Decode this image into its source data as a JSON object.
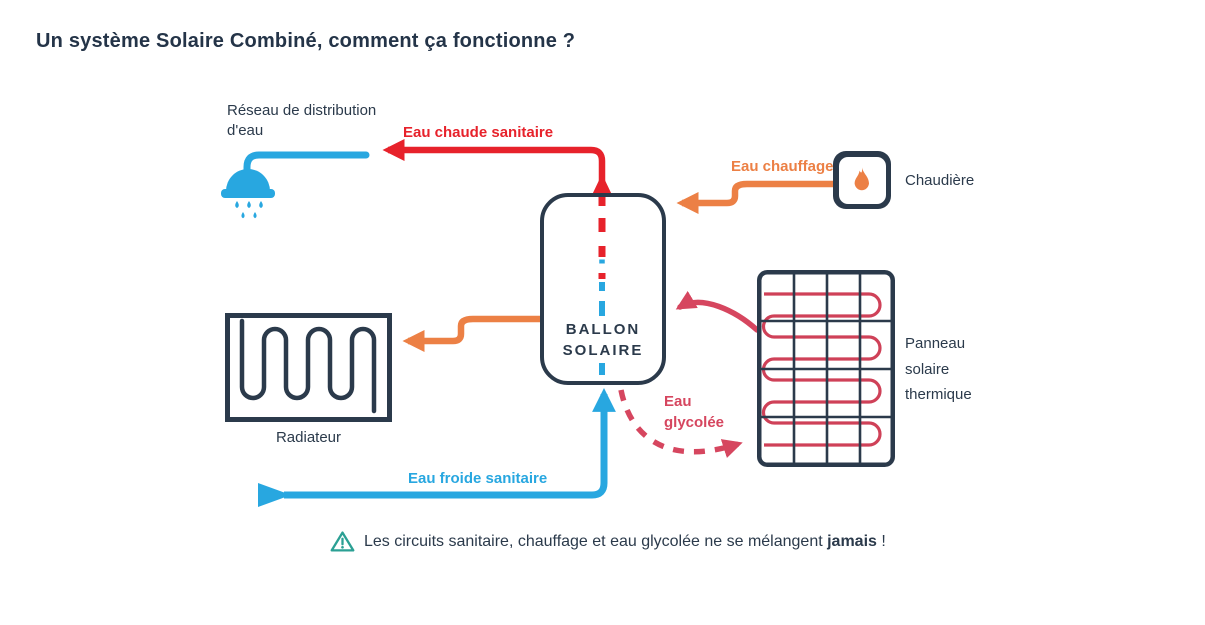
{
  "title": "Un système Solaire Combiné, comment ça fonctionne ?",
  "labels": {
    "network": "Réseau de distribution d'eau",
    "hot_water": "Eau chaude sanitaire",
    "heating_water": "Eau chauffage",
    "boiler": "Chaudière",
    "tank": "BALLON SOLAIRE",
    "radiator": "Radiateur",
    "panel": "Panneau solaire thermique",
    "glycol": "Eau glycolée",
    "cold_water": "Eau froide sanitaire"
  },
  "note": {
    "prefix": "Les circuits sanitaire, chauffage et eau glycolée ne se mélangent ",
    "bold": "jamais",
    "suffix": " !"
  },
  "icons": {
    "shower": "shower-icon",
    "flame": "flame-icon",
    "warning": "warning-triangle-icon"
  },
  "colors": {
    "navy": "#2b3a4b",
    "red": "#e7222b",
    "orange": "#ec8045",
    "blue": "#28a7e0",
    "pink": "#d6465f",
    "coil_red": "#cf4158",
    "teal": "#2ba094"
  }
}
